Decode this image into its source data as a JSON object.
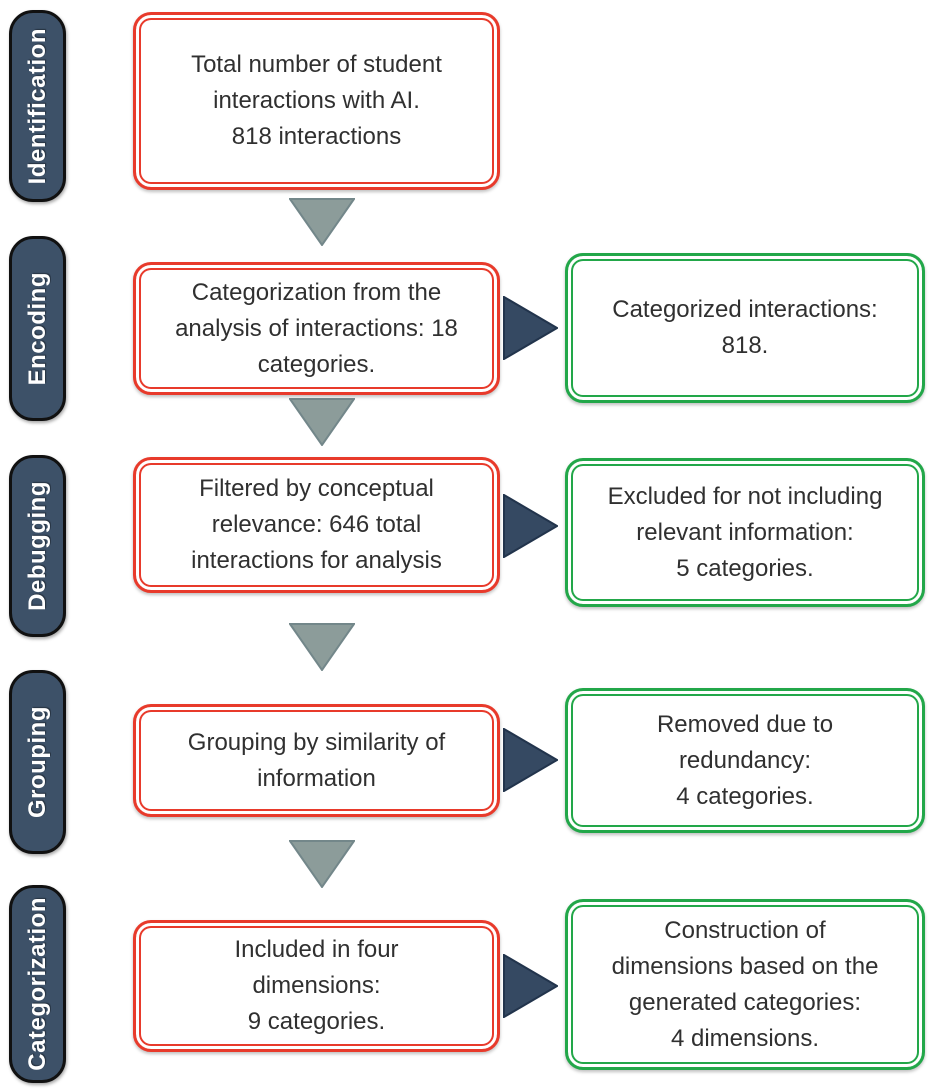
{
  "figure": {
    "type": "flowchart",
    "description_columns": [
      "stage-labels",
      "process-boxes",
      "outcome-boxes"
    ]
  },
  "colors": {
    "pill_fill": "#3d5168",
    "pill_border": "#111111",
    "red_border": "#e83a2b",
    "green_border": "#22a749",
    "down_arrow_fill": "#8c9c9a",
    "down_arrow_stroke": "#73878a",
    "right_arrow_fill": "#354962",
    "right_arrow_stroke": "#22344c",
    "text_color": "#303030"
  },
  "stages": [
    {
      "label": "Identification",
      "process": "Total number of student\ninteractions with AI.\n818 interactions"
    },
    {
      "label": "Encoding",
      "process": "Categorization from the\nanalysis of interactions: 18\ncategories.",
      "outcome": "Categorized interactions:\n818."
    },
    {
      "label": "Debugging",
      "process": "Filtered by conceptual\nrelevance: 646 total\ninteractions for analysis",
      "outcome": "Excluded for not including\nrelevant information:\n5 categories."
    },
    {
      "label": "Grouping",
      "process": "Grouping by similarity of\ninformation",
      "outcome": "Removed due to\nredundancy:\n4 categories."
    },
    {
      "label": "Categorization",
      "process": "Included in four\ndimensions:\n9 categories.",
      "outcome": "Construction of\ndimensions based on the\ngenerated categories:\n4 dimensions."
    }
  ]
}
